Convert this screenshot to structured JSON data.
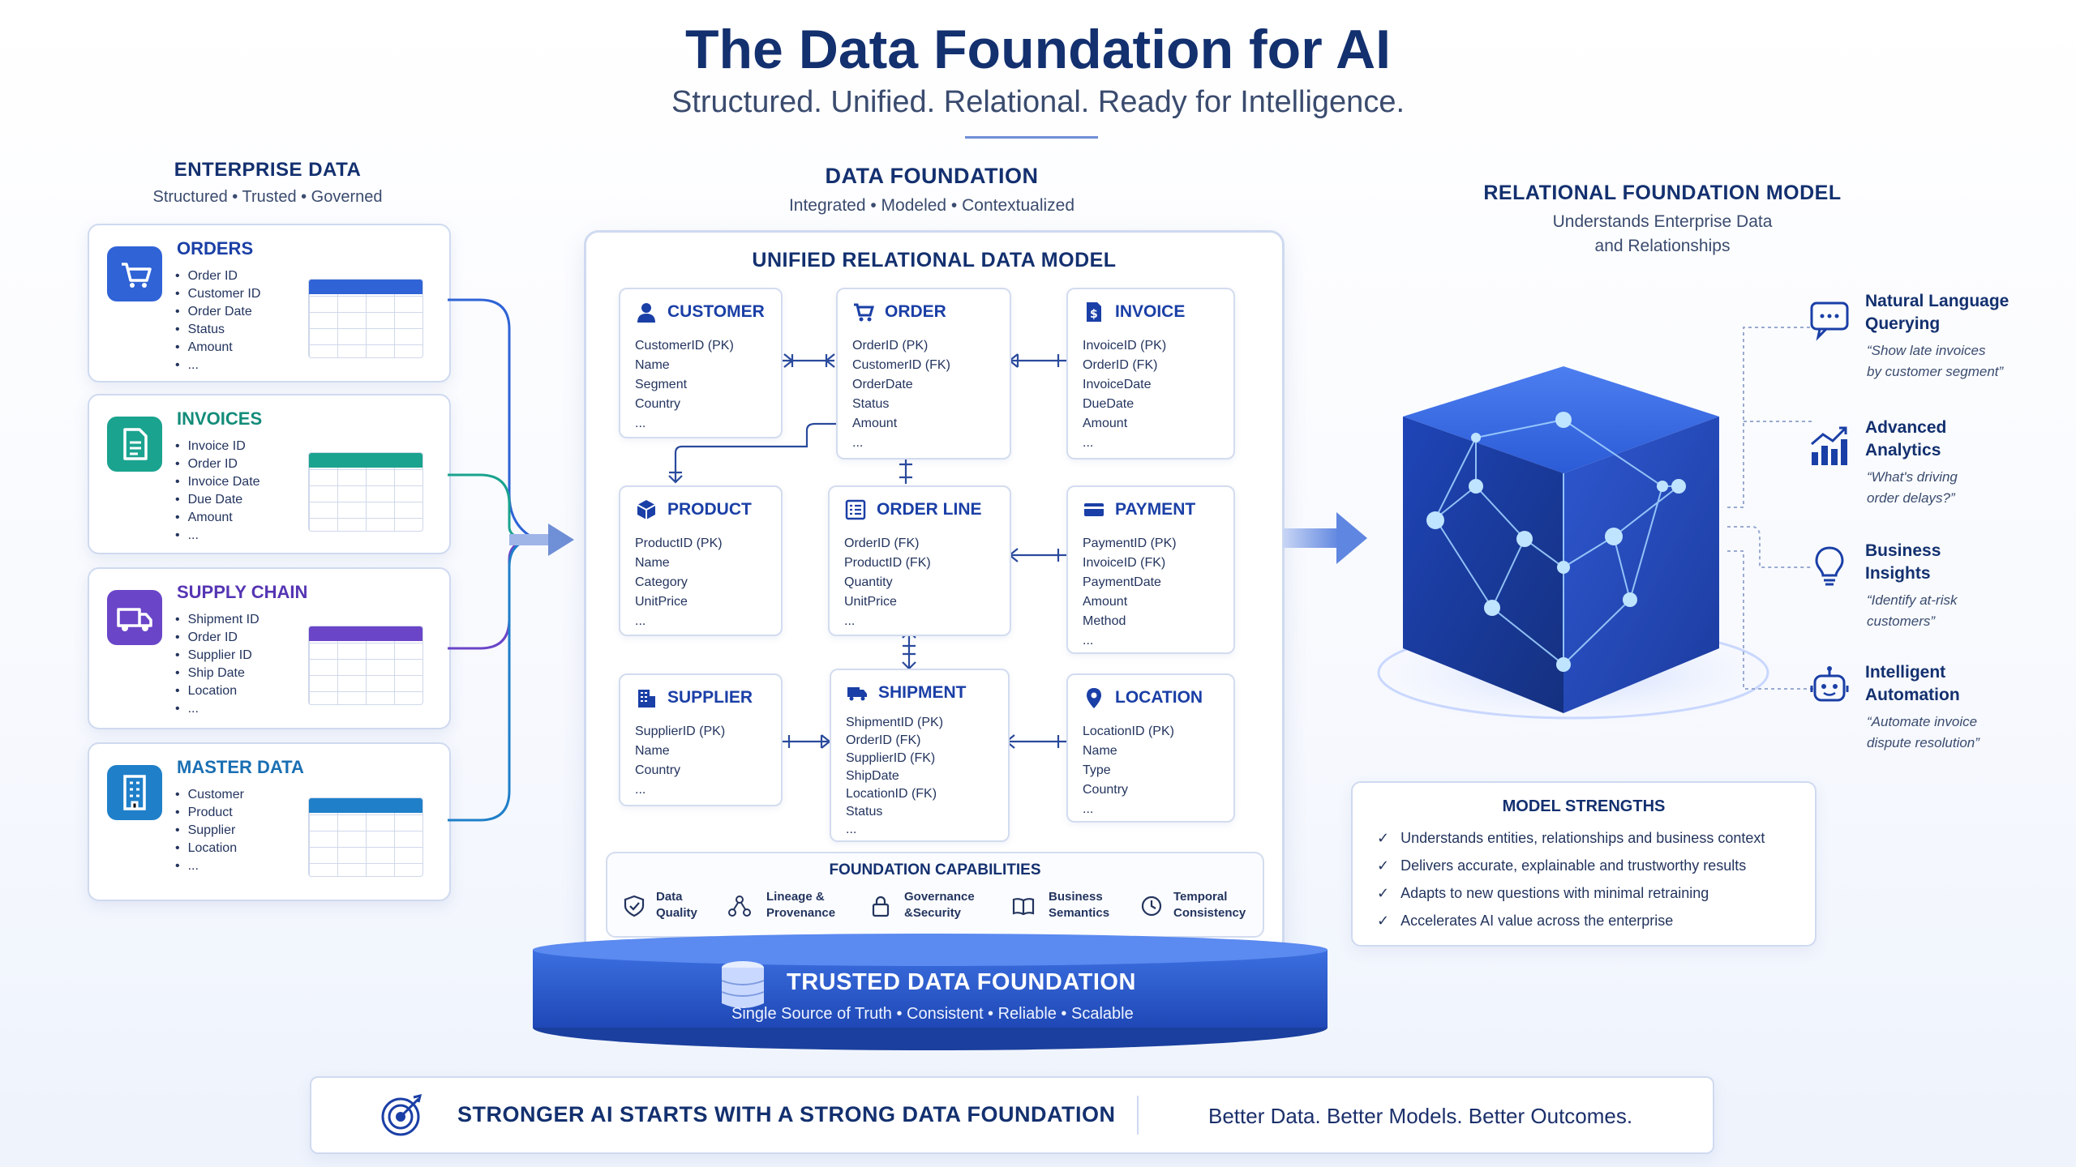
{
  "header": {
    "title": "The Data Foundation for AI",
    "subtitle": "Structured. Unified. Relational. Ready for Intelligence."
  },
  "enterprise": {
    "heading": "ENTERPRISE DATA",
    "subheading": "Structured • Trusted • Governed",
    "sources": [
      {
        "title": "ORDERS",
        "color": "#2f63d6",
        "icon": "shopping-cart-icon",
        "fields": [
          "Order ID",
          "Customer ID",
          "Order Date",
          "Status",
          "Amount",
          "..."
        ]
      },
      {
        "title": "INVOICES",
        "color": "#1aa38f",
        "icon": "document-icon",
        "fields": [
          "Invoice ID",
          "Order ID",
          "Invoice Date",
          "Due Date",
          "Amount",
          "..."
        ]
      },
      {
        "title": "SUPPLY CHAIN",
        "color": "#6a45c8",
        "icon": "truck-icon",
        "fields": [
          "Shipment ID",
          "Order ID",
          "Supplier ID",
          "Ship Date",
          "Location",
          "..."
        ]
      },
      {
        "title": "MASTER DATA",
        "color": "#1f7fc9",
        "icon": "building-icon",
        "fields": [
          "Customer",
          "Product",
          "Supplier",
          "Location",
          "..."
        ]
      }
    ]
  },
  "foundation": {
    "heading": "DATA FOUNDATION",
    "subheading": "Integrated • Modeled • Contextualized",
    "panel_title": "UNIFIED RELATIONAL DATA MODEL",
    "entities": [
      {
        "name": "CUSTOMER",
        "icon": "person-icon",
        "fields": [
          "CustomerID (PK)",
          "Name",
          "Segment",
          "Country",
          "..."
        ]
      },
      {
        "name": "ORDER",
        "icon": "cart-icon",
        "fields": [
          "OrderID (PK)",
          "CustomerID (FK)",
          "OrderDate",
          "Status",
          "Amount",
          "..."
        ]
      },
      {
        "name": "INVOICE",
        "icon": "invoice-icon",
        "fields": [
          "InvoiceID (PK)",
          "OrderID (FK)",
          "InvoiceDate",
          "DueDate",
          "Amount",
          "..."
        ]
      },
      {
        "name": "PRODUCT",
        "icon": "box-icon",
        "fields": [
          "ProductID (PK)",
          "Name",
          "Category",
          "UnitPrice",
          "..."
        ]
      },
      {
        "name": "ORDER LINE",
        "icon": "list-icon",
        "fields": [
          "OrderID (FK)",
          "ProductID (FK)",
          "Quantity",
          "UnitPrice",
          "..."
        ]
      },
      {
        "name": "PAYMENT",
        "icon": "card-icon",
        "fields": [
          "PaymentID (PK)",
          "InvoiceID (FK)",
          "PaymentDate",
          "Amount",
          "Method",
          "..."
        ]
      },
      {
        "name": "SUPPLIER",
        "icon": "factory-icon",
        "fields": [
          "SupplierID (PK)",
          "Name",
          "Country",
          "..."
        ]
      },
      {
        "name": "SHIPMENT",
        "icon": "truck-icon",
        "fields": [
          "ShipmentID (PK)",
          "OrderID (FK)",
          "SupplierID (FK)",
          "ShipDate",
          "LocationID (FK)",
          "Status",
          "..."
        ]
      },
      {
        "name": "LOCATION",
        "icon": "pin-icon",
        "fields": [
          "LocationID (PK)",
          "Name",
          "Type",
          "Country",
          "..."
        ]
      }
    ],
    "capabilities_title": "FOUNDATION CAPABILITIES",
    "capabilities": [
      {
        "line1": "Data",
        "line2": "Quality",
        "icon": "shield-check-icon"
      },
      {
        "line1": "Lineage &",
        "line2": "Provenance",
        "icon": "lineage-icon"
      },
      {
        "line1": "Governance",
        "line2": "&Security",
        "icon": "lock-icon"
      },
      {
        "line1": "Business",
        "line2": "Semantics",
        "icon": "book-icon"
      },
      {
        "line1": "Temporal",
        "line2": "Consistency",
        "icon": "clock-icon"
      }
    ],
    "platform_title": "TRUSTED DATA FOUNDATION",
    "platform_subtitle": "Single Source of Truth • Consistent • Reliable • Scalable"
  },
  "model": {
    "heading": "RELATIONAL FOUNDATION MODEL",
    "subheading_line1": "Understands Enterprise Data",
    "subheading_line2": "and Relationships",
    "use_cases": [
      {
        "title1": "Natural Language",
        "title2": "Querying",
        "quote1": "“Show late invoices",
        "quote2": "by customer segment”",
        "icon": "chat-bubble-icon"
      },
      {
        "title1": "Advanced",
        "title2": "Analytics",
        "quote1": "“What's driving",
        "quote2": "order delays?”",
        "icon": "bar-chart-icon"
      },
      {
        "title1": "Business",
        "title2": "Insights",
        "quote1": "“Identify at-risk",
        "quote2": "customers”",
        "icon": "lightbulb-icon"
      },
      {
        "title1": "Intelligent",
        "title2": "Automation",
        "quote1": "“Automate invoice",
        "quote2": "dispute resolution”",
        "icon": "robot-icon"
      }
    ],
    "strengths_title": "MODEL STRENGTHS",
    "strengths": [
      "Understands entities, relationships and business context",
      "Delivers accurate, explainable and trustworthy results",
      "Adapts to new questions with minimal retraining",
      "Accelerates AI value across the enterprise"
    ]
  },
  "footer": {
    "headline": "STRONGER AI STARTS WITH A STRONG DATA FOUNDATION",
    "tagline": "Better Data. Better Models. Better Outcomes."
  }
}
